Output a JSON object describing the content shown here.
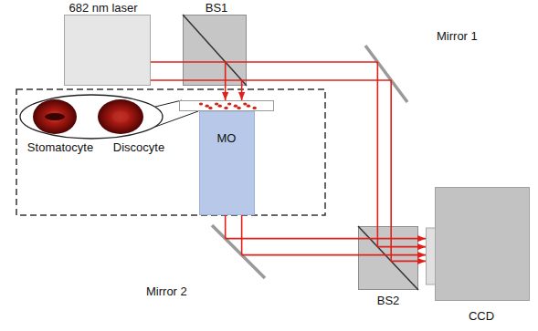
{
  "diagram": {
    "nodes": [
      {
        "text": [
          "682 nm laser"
        ]
      },
      {
        "text": [
          "BS1"
        ]
      },
      {
        "text": [
          "Mirror 1"
        ]
      },
      {
        "text": [
          "Stomatocyte",
          "Discocyte"
        ]
      },
      {
        "text": [
          "MO"
        ]
      },
      {
        "text": [
          "Mirror 2"
        ]
      },
      {
        "text": [
          "BS2"
        ]
      },
      {
        "text": [
          "CCD"
        ]
      }
    ],
    "edges": [
      {
        "from": 0,
        "to": 1,
        "arrow": "none"
      },
      {
        "from": 1,
        "to": 2,
        "arrow": "none"
      },
      {
        "from": 1,
        "to": 4,
        "arrow": "to"
      },
      {
        "from": 2,
        "to": 6,
        "arrow": "none"
      },
      {
        "from": 4,
        "to": 5,
        "arrow": "none"
      },
      {
        "from": 5,
        "to": 6,
        "arrow": "none"
      },
      {
        "from": 6,
        "to": 7,
        "arrow": "to"
      }
    ]
  }
}
